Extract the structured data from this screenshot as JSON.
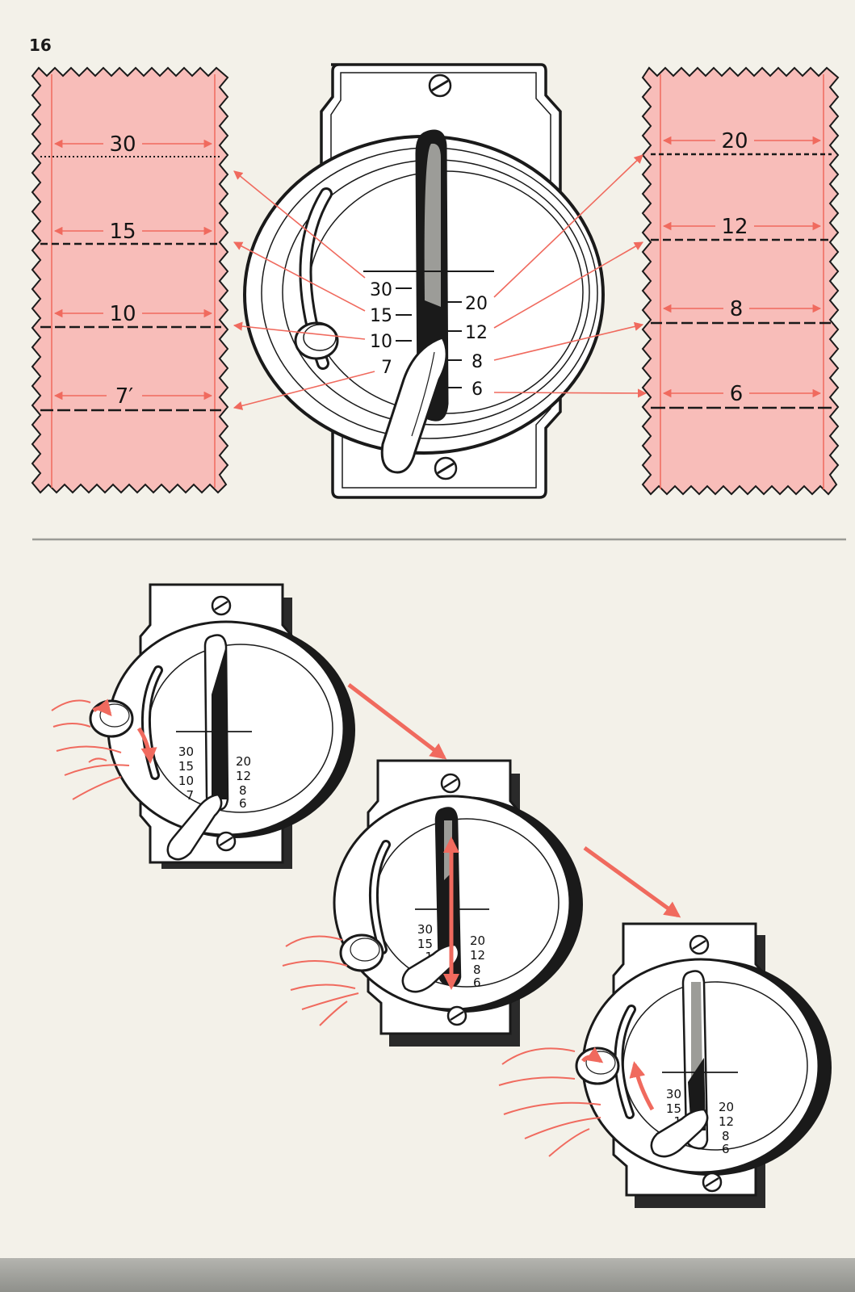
{
  "page_number": "16",
  "colors": {
    "fabric": "#f8bdb9",
    "accent": "#f06a5e",
    "ink": "#1a1a1a",
    "paper": "#f3f1e9"
  },
  "left_strip": {
    "marks": [
      "30",
      "15",
      "10",
      "7′"
    ]
  },
  "right_strip": {
    "marks": [
      "20",
      "12",
      "8",
      "6"
    ]
  },
  "dial_scale": {
    "left": [
      "30",
      "15",
      "10",
      "7"
    ],
    "right": [
      "20",
      "12",
      "8",
      "6"
    ]
  },
  "step1_scale": {
    "left": [
      "30",
      "15",
      "10",
      "7"
    ],
    "right": [
      "20",
      "12",
      "8",
      "6"
    ]
  },
  "step2_scale": {
    "left": [
      "30",
      "15",
      "1"
    ],
    "right": [
      "20",
      "12",
      "8",
      "6"
    ]
  },
  "step3_scale": {
    "left": [
      "30",
      "15",
      "1"
    ],
    "right": [
      "20",
      "12",
      "8",
      "6"
    ]
  }
}
